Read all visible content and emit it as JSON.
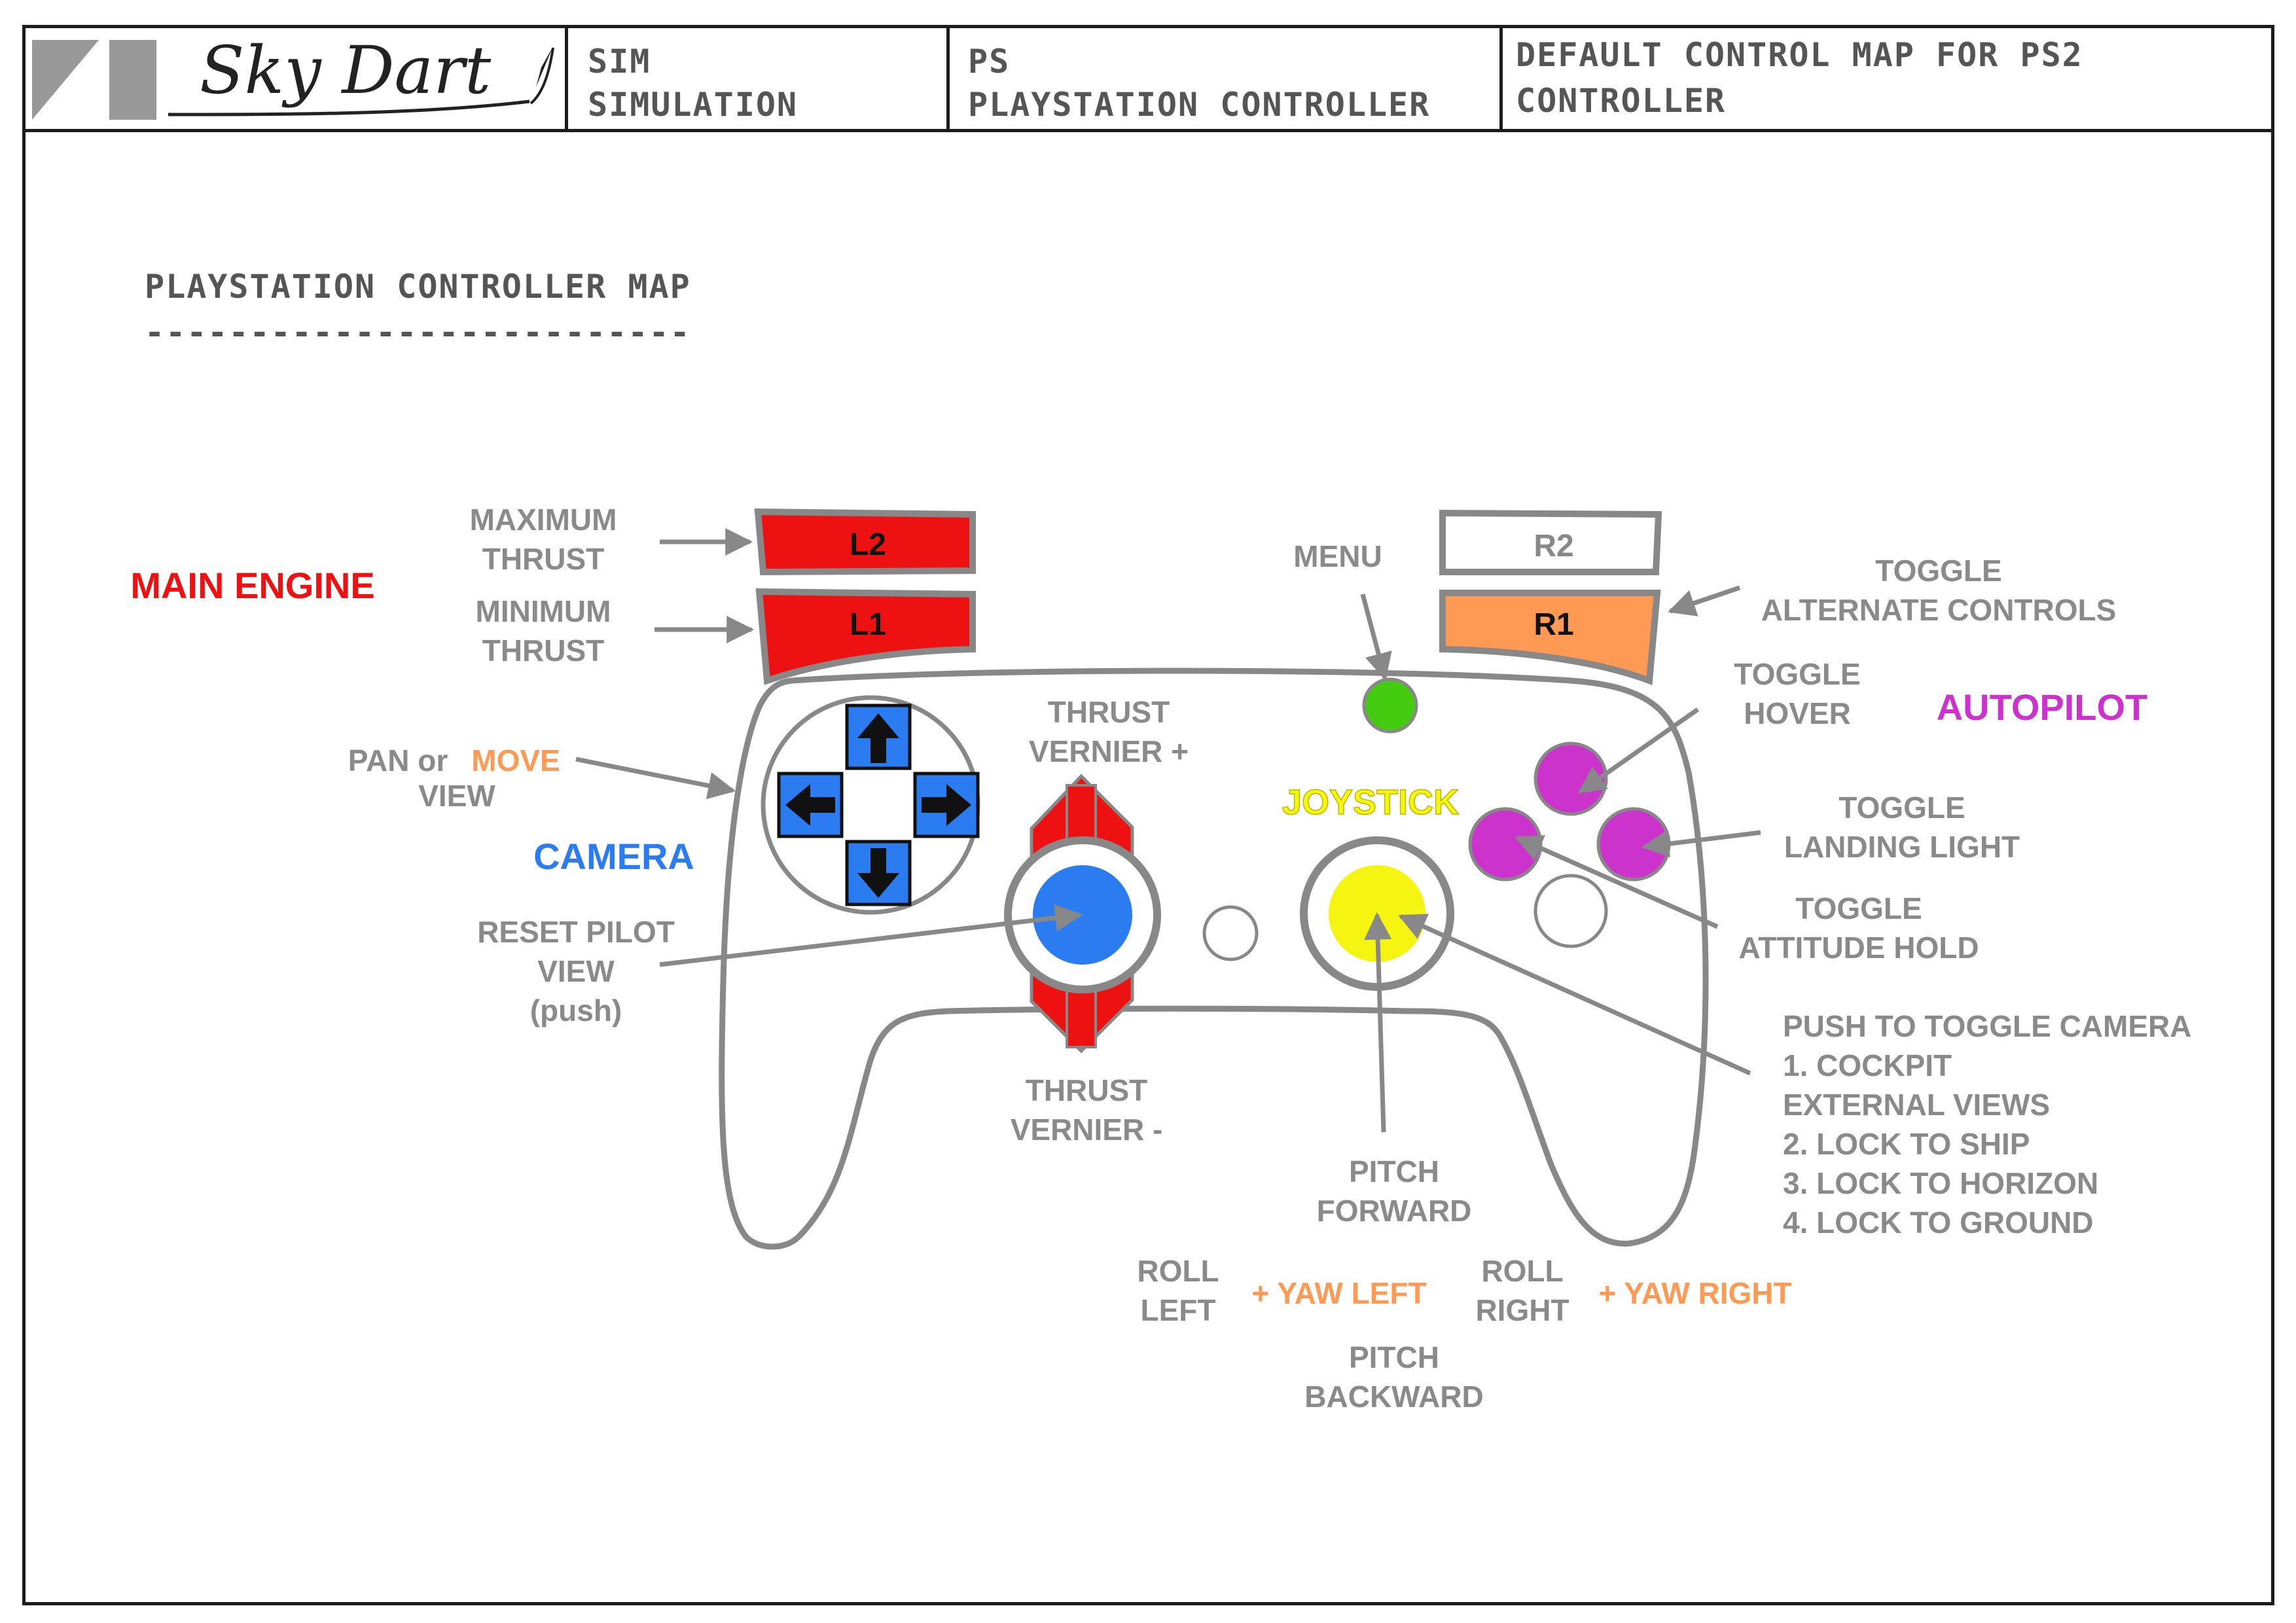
{
  "titlebar": {
    "logo_text": "Sky Dart",
    "block1": {
      "code": "SIM",
      "name": "SIMULATION"
    },
    "block2": {
      "code": "PS",
      "name": "PLAYSTATION CONTROLLER"
    },
    "block3": {
      "line1": "DEFAULT CONTROL MAP FOR PS2",
      "line2": "CONTROLLER"
    }
  },
  "heading": {
    "title": "PLAYSTATION CONTROLLER MAP",
    "underline": "--------------------------"
  },
  "buttons": {
    "l2": "L2",
    "l1": "L1",
    "r2": "R2",
    "r1": "R1"
  },
  "labels": {
    "main_engine": "MAIN ENGINE",
    "max_thrust_1": "MAXIMUM",
    "max_thrust_2": "THRUST",
    "min_thrust_1": "MINIMUM",
    "min_thrust_2": "THRUST",
    "menu": "MENU",
    "toggle_alt_1": "TOGGLE",
    "toggle_alt_2": "ALTERNATE CONTROLS",
    "toggle_hover_1": "TOGGLE",
    "toggle_hover_2": "HOVER",
    "autopilot": "AUTOPILOT",
    "toggle_landing_1": "TOGGLE",
    "toggle_landing_2": "LANDING LIGHT",
    "toggle_attitude_1": "TOGGLE",
    "toggle_attitude_2": "ATTITUDE HOLD",
    "pan_or": "PAN or",
    "move": "MOVE",
    "view": "VIEW",
    "camera": "CAMERA",
    "thrust_vernier_plus_1": "THRUST",
    "thrust_vernier_plus_2": "VERNIER +",
    "thrust_vernier_minus_1": "THRUST",
    "thrust_vernier_minus_2": "VERNIER -",
    "joystick": "JOYSTICK",
    "reset_1": "RESET PILOT",
    "reset_2": "VIEW",
    "reset_3": "(push)",
    "push_toggle": "PUSH TO TOGGLE CAMERA",
    "cam_1": "1. COCKPIT",
    "cam_ext": "EXTERNAL VIEWS",
    "cam_2": "2. LOCK TO SHIP",
    "cam_3": "3. LOCK TO HORIZON",
    "cam_4": "4. LOCK TO GROUND",
    "pitch_fwd_1": "PITCH",
    "pitch_fwd_2": "FORWARD",
    "roll_left_1": "ROLL",
    "roll_left_2": "LEFT",
    "yaw_left": "+ YAW LEFT",
    "roll_right_1": "ROLL",
    "roll_right_2": "RIGHT",
    "yaw_right": "+ YAW RIGHT",
    "pitch_back_1": "PITCH",
    "pitch_back_2": "BACKWARD"
  },
  "colors": {
    "label_gray": "#8a8a8a",
    "outline_gray": "#888888",
    "red": "#ee1111",
    "orange": "#ff9a55",
    "blue": "#2a7cf0",
    "yellow": "#f5f511",
    "magenta": "#cc33cc",
    "green": "#44cc11",
    "dark": "#1c1c1c"
  }
}
